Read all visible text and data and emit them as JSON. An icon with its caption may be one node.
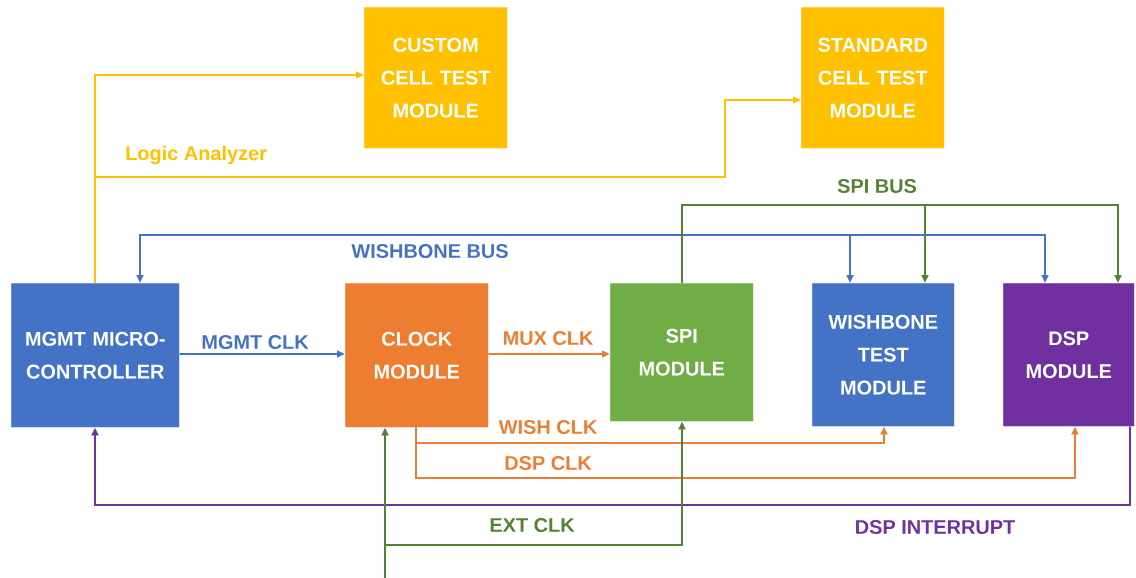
{
  "diagram": {
    "nodes": [
      {
        "text": [
          "CUSTOM CELL TEST MODULE"
        ]
      },
      {
        "text": [
          "STANDARD CELL TEST MODULE"
        ]
      },
      {
        "text": [
          "MGMT MICRO-CONTROLLER"
        ]
      },
      {
        "text": [
          "CLOCK MODULE"
        ]
      },
      {
        "text": [
          "SPI MODULE"
        ]
      },
      {
        "text": [
          "WISHBONE TEST MODULE"
        ]
      },
      {
        "text": [
          "DSP MODULE"
        ]
      }
    ],
    "edges": [
      {
        "from": 2,
        "to": 0,
        "arrow": "to",
        "color": "#ffc000"
      },
      {
        "from": 2,
        "to": 1,
        "arrow": "to",
        "color": "#ffc000",
        "label": "Logic Analyzer"
      },
      {
        "from": 2,
        "to": 3,
        "arrow": "to",
        "color": "#4472c4",
        "label": "MGMT CLK"
      },
      {
        "from": 3,
        "to": 4,
        "arrow": "to",
        "color": "#ed7d31",
        "label": "MUX CLK"
      },
      {
        "from": null,
        "to": 2,
        "arrow": "to",
        "color": "#4472c4",
        "label": "WISHBONE BUS"
      },
      {
        "from": null,
        "to": 5,
        "arrow": "to",
        "color": "#4472c4"
      },
      {
        "from": null,
        "to": 6,
        "arrow": "to",
        "color": "#4472c4"
      },
      {
        "from": 4,
        "to": 5,
        "arrow": "to",
        "color": "#548235",
        "label": "SPI BUS"
      },
      {
        "from": 4,
        "to": 6,
        "arrow": "to",
        "color": "#548235"
      },
      {
        "from": 3,
        "to": 5,
        "arrow": "to",
        "color": "#ed7d31",
        "label": "WISH CLK"
      },
      {
        "from": 3,
        "to": 6,
        "arrow": "to",
        "color": "#ed7d31",
        "label": "DSP CLK"
      },
      {
        "from": 6,
        "to": 2,
        "arrow": "to",
        "color": "#7030a0",
        "label": "DSP INTERRUPT"
      },
      {
        "from": null,
        "to": 3,
        "arrow": "to",
        "color": "#548235"
      },
      {
        "from": null,
        "to": 4,
        "arrow": "to",
        "color": "#548235",
        "label": "EXT CLK"
      }
    ]
  }
}
